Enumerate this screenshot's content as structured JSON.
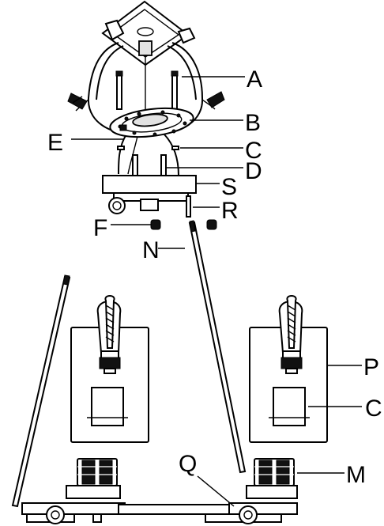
{
  "labels": {
    "A": "A",
    "B": "B",
    "C": "C",
    "D": "D",
    "E": "E",
    "F": "F",
    "N": "N",
    "P": "P",
    "C2": "C",
    "M": "M",
    "Q": "Q",
    "R": "R",
    "S": "S"
  },
  "colors": {
    "line": "#000000",
    "shade": "#e2e2e2",
    "background": "#ffffff"
  }
}
